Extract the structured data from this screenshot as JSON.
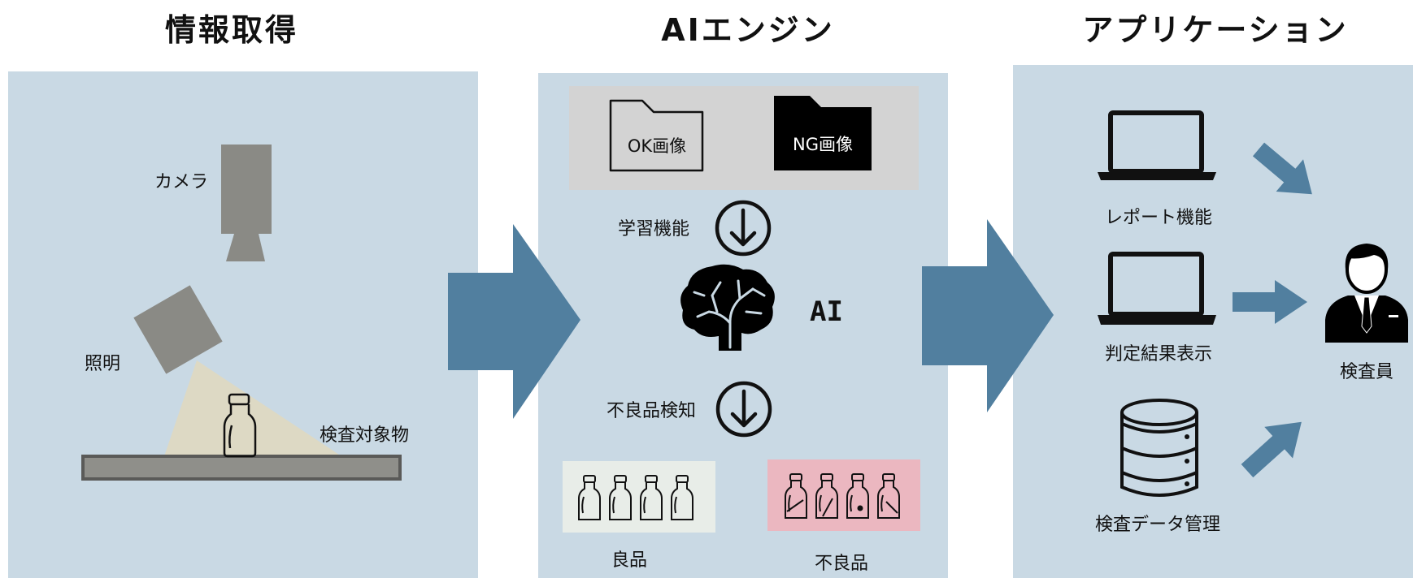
{
  "sections": {
    "capture": {
      "title": "情報取得"
    },
    "engine": {
      "title": "AIエンジン"
    },
    "application": {
      "title": "アプリケーション"
    }
  },
  "capture": {
    "camera_label": "カメラ",
    "light_label": "照明",
    "target_label": "検査対象物"
  },
  "engine": {
    "ok_folder_label": "OK画像",
    "ng_folder_label": "NG画像",
    "learning_label": "学習機能",
    "ai_label": "AI",
    "detection_label": "不良品検知",
    "good_label": "良品",
    "defect_label": "不良品"
  },
  "application": {
    "report_label": "レポート機能",
    "result_label": "判定結果表示",
    "data_label": "検査データ管理",
    "inspector_label": "検査員"
  },
  "colors": {
    "panel": "#c9d9e4",
    "arrow": "#517f9f",
    "device": "#8a8a85",
    "light_beam": "#ddd9c4",
    "folder_bg": "#d3d3d3",
    "good_bg": "#e8ede8",
    "defect_bg": "#ebb7c0"
  }
}
